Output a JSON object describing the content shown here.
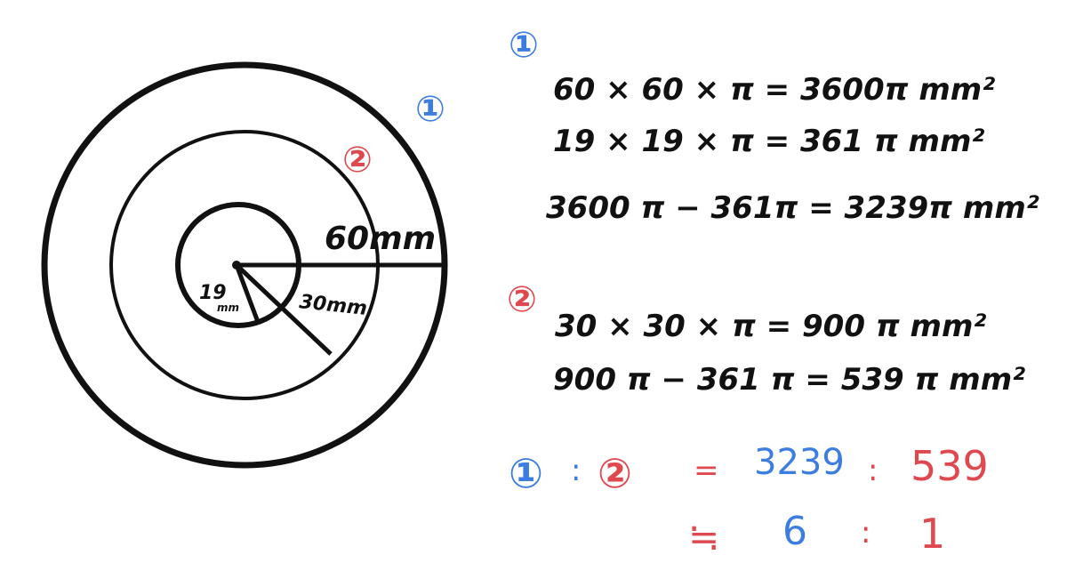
{
  "diagram": {
    "colors": {
      "ink": "#111111",
      "blue": "#3b7de0",
      "red": "#e0484f"
    },
    "markers": {
      "outer": "①",
      "middle": "②"
    },
    "labels": {
      "r_outer": "60mm",
      "r_middle": "30mm",
      "r_inner_num": "19",
      "r_inner_unit": "mm"
    }
  },
  "work": {
    "region1": {
      "marker": "①",
      "lines": [
        "60 × 60 × π  = 3600π mm²",
        "19 × 19 × π  = 361 π mm²",
        "3600 π − 361π  = 3239π mm²"
      ]
    },
    "region2": {
      "marker": "②",
      "lines": [
        "30 × 30 × π  = 900 π mm²",
        "900 π − 361 π  = 539 π mm²"
      ]
    },
    "ratio": {
      "left_marker": "①",
      "colon1": ":",
      "right_marker": "②",
      "eq": "=",
      "a": "3239",
      "colon2": ":",
      "b": "539",
      "approx": "≒",
      "c": "6",
      "colon3": ":",
      "d": "1"
    }
  }
}
